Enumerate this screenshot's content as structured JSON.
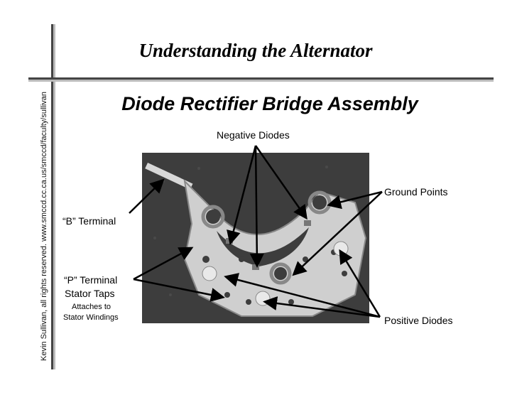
{
  "side_credit": "Kevin Sullivan, all rights reserved.  www.smccd.cc.ca.us/smccd/faculty/sullivan",
  "title": "Understanding the Alternator",
  "subtitle": "Diode Rectifier Bridge Assembly",
  "labels": {
    "negative_diodes": "Negative Diodes",
    "ground_points": "Ground Points",
    "b_terminal": "“B” Terminal",
    "p_terminal": "“P” Terminal",
    "stator_taps": "Stator Taps",
    "attaches_to": "Attaches to",
    "stator_windings": "Stator Windings",
    "positive_diodes": "Positive Diodes"
  },
  "colors": {
    "background": "#ffffff",
    "photo_background": "#3d3d3d",
    "part": "#cfcfcf"
  }
}
